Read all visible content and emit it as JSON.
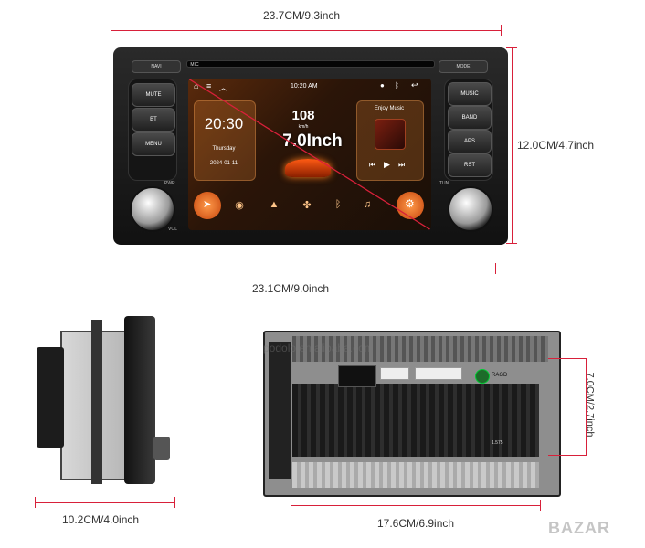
{
  "dimensions": {
    "top_width": "23.7CM/9.3inch",
    "right_height": "12.0CM/4.7inch",
    "bottom_width": "23.1CM/9.0inch",
    "side_depth": "10.2CM/4.0inch",
    "back_height": "7.0CM/2.7inch",
    "back_width": "17.6CM/6.9inch"
  },
  "front_panel": {
    "left_buttons": [
      "MUTE",
      "BT",
      "MENU"
    ],
    "right_buttons": [
      "MUSIC",
      "BAND",
      "APS",
      "RST"
    ],
    "top_left_button": "NAVI",
    "top_mic_label": "MIC",
    "top_right_button": "MODE",
    "knob_left_label": "PWR",
    "knob_left_sub_label": "VOL",
    "knob_right_label": "TUN"
  },
  "screen": {
    "status_time": "10:20 AM",
    "clock": "20:30",
    "day": "Thursday",
    "date": "2024-01-11",
    "speed": "108",
    "speed_unit": "km/h",
    "size_label": "7.0Inch",
    "music_title": "Enjoy Music"
  },
  "back_view": {
    "brand_label": "RAGD",
    "sticker_text": "1.575"
  },
  "watermark": "podolo.en.alibaba.com",
  "marketplace_logo": "BAZAR",
  "colors": {
    "dimension_line": "#d8203a",
    "screen_accent": "#ff7a1a",
    "unit_body": "#1c1c1c"
  }
}
